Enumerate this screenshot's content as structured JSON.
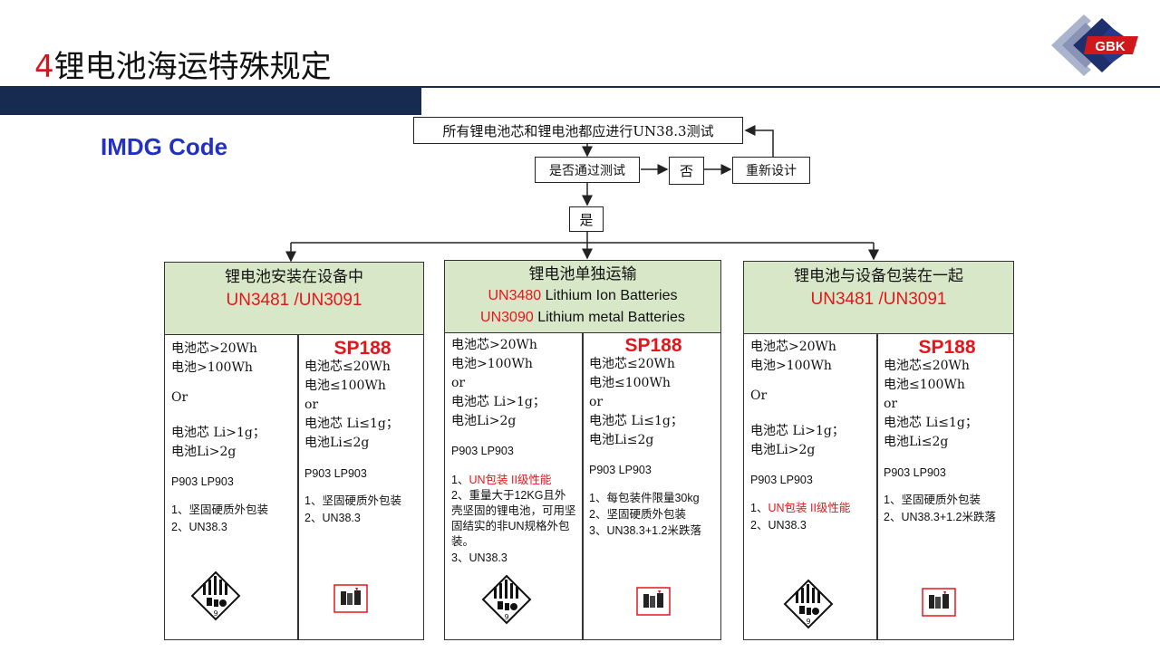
{
  "header": {
    "title_num": "4",
    "title_text": "锂电池海运特殊规定",
    "logo_text": "GBK"
  },
  "subtitle": "IMDG Code",
  "flow": {
    "top": "所有锂电池芯和锂电池都应进行UN38.3测试",
    "test": "是否通过测试",
    "no": "否",
    "redesign": "重新设计",
    "yes": "是"
  },
  "columns": [
    {
      "head_line1": "锂电池安装在设备中",
      "head_un": "UN3481 /UN3091",
      "left": {
        "l1": "电池芯>20Wh",
        "l2": "电池>100Wh",
        "l3": "Or",
        "l4": "电池芯 Li>1g；",
        "l5": "电池Li>2g",
        "pack": "P903  LP903",
        "r1": "1、坚固硬质外包装",
        "r2": "2、UN38.3"
      },
      "right": {
        "sp": "SP188",
        "l1": "电池芯≤20Wh",
        "l2": "电池≤100Wh",
        "l3": "or",
        "l4": "电池芯 Li≤1g；",
        "l5": "电池Li≤2g",
        "pack": "P903  LP903",
        "r1": "1、坚固硬质外包装",
        "r2": "2、UN38.3"
      }
    },
    {
      "head_line1": "锂电池单独运输",
      "head_un1": "UN3480",
      "head_txt1": " Lithium Ion Batteries",
      "head_un2": "UN3090",
      "head_txt2": " Lithium metal Batteries",
      "left": {
        "l1": "电池芯>20Wh",
        "l2": "电池>100Wh",
        "l3": "or",
        "l4": "电池芯 Li>1g；",
        "l5": "电池Li>2g",
        "pack": "P903  LP903",
        "r1_prefix": "1、",
        "r1_red": "UN包装 II级性能",
        "r2": "2、重量大于12KG且外壳坚固的锂电池，可用坚固结实的非UN规格外包装。",
        "r3": "3、UN38.3"
      },
      "right": {
        "sp": "SP188",
        "l1": "电池芯≤20Wh",
        "l2": "电池≤100Wh",
        "l3": "or",
        "l4": "电池芯 Li≤1g；",
        "l5": "电池Li≤2g",
        "pack": "P903  LP903",
        "r1": "1、每包装件限量30kg",
        "r2": "2、坚固硬质外包装",
        "r3": "3、UN38.3+1.2米跌落"
      }
    },
    {
      "head_line1": "锂电池与设备包装在一起",
      "head_un": "UN3481 /UN3091",
      "left": {
        "l1": "电池芯>20Wh",
        "l2": "电池>100Wh",
        "l3": "Or",
        "l4": "电池芯 Li>1g；",
        "l5": "电池Li>2g",
        "pack": "P903  LP903",
        "r1_prefix": "1、",
        "r1_red": "UN包装 II级性能",
        "r2": "2、UN38.3"
      },
      "right": {
        "sp": "SP188",
        "l1": "电池芯≤20Wh",
        "l2": "电池≤100Wh",
        "l3": "or",
        "l4": "电池芯 Li≤1g；",
        "l5": "电池Li≤2g",
        "pack": "P903  LP903",
        "r1": "1、坚固硬质外包装",
        "r2": "2、UN38.3+1.2米跌落"
      }
    }
  ],
  "icons": {
    "class9": "class-9-hazard-label-icon",
    "battery": "lithium-battery-mark-icon",
    "class9_number": "9"
  }
}
